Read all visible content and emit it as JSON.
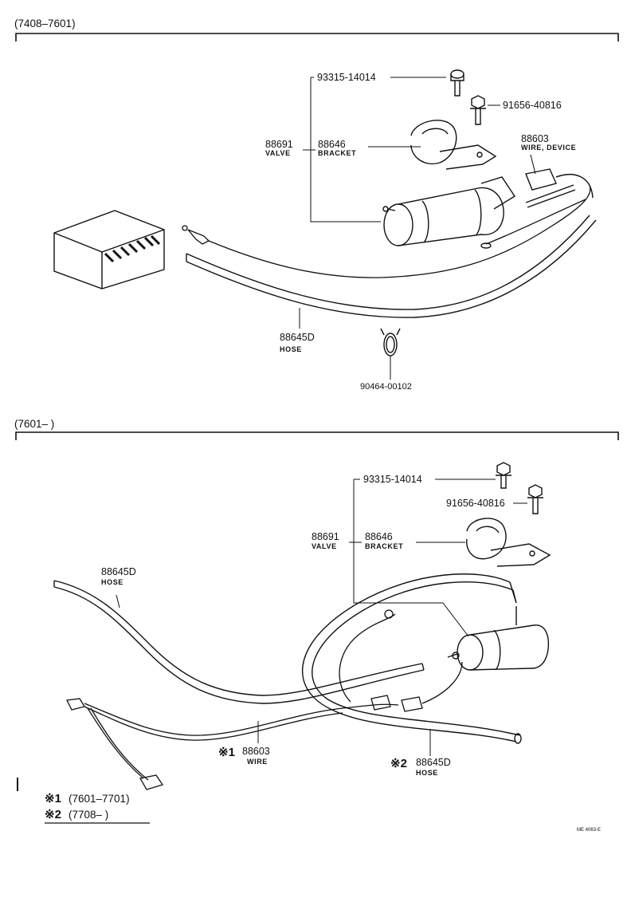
{
  "sections": [
    {
      "range": "(7408–7601)",
      "parts": [
        {
          "id": "bolt_a",
          "number": "93315-14014"
        },
        {
          "id": "bolt_b",
          "number": "91656-40816"
        },
        {
          "id": "valve",
          "number": "88691",
          "name": "VALVE"
        },
        {
          "id": "bracket",
          "number": "88646",
          "name": "BRACKET"
        },
        {
          "id": "wire",
          "number": "88603",
          "name": "WIRE, DEVICE"
        },
        {
          "id": "hose",
          "number": "88645D",
          "name": "HOSE"
        },
        {
          "id": "clip",
          "number": "90464-00102"
        }
      ]
    },
    {
      "range": "(7601–        )",
      "parts": [
        {
          "id": "bolt_a",
          "number": "93315-14014"
        },
        {
          "id": "bolt_b",
          "number": "91656-40816"
        },
        {
          "id": "valve",
          "number": "88691",
          "name": "VALVE"
        },
        {
          "id": "bracket",
          "number": "88646",
          "name": "BRACKET"
        },
        {
          "id": "hose_left",
          "number": "88645D",
          "name": "HOSE"
        },
        {
          "id": "wire",
          "mark": "※1",
          "number": "88603",
          "name": "WIRE"
        },
        {
          "id": "hose_right",
          "mark": "※2",
          "number": "88645D",
          "name": "HOSE"
        }
      ]
    }
  ],
  "footnotes": [
    {
      "mark": "※1",
      "range": "(7601–7701)"
    },
    {
      "mark": "※2",
      "range": "(7708–        )"
    }
  ],
  "drawing_code": "ME 4063-E"
}
